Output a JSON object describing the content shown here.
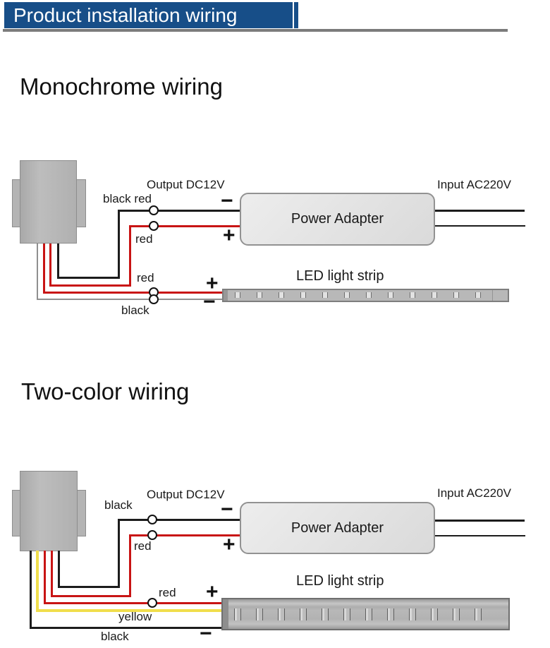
{
  "header": {
    "title": "Product installation wiring"
  },
  "colors": {
    "header_blue": "#174e88",
    "underline_gray": "#7c7c7c",
    "wire_red": "#c81414",
    "wire_black": "#1c1c1c",
    "wire_gray": "#8f8f8f",
    "wire_yellow": "#f0de4c",
    "device_gray": "#b2b2b2",
    "adapter_gray": "#e4e4e4",
    "strip_gray": "#b8b8b8"
  },
  "mono": {
    "heading": "Monochrome wiring",
    "labels": {
      "black_red": "black  red",
      "output": "Output DC12V",
      "input": "Input AC220V",
      "red_upper": "red",
      "red_lower": "red",
      "black_lower": "black",
      "adapter": "Power Adapter",
      "strip": "LED light strip",
      "plus": "+",
      "minus": "−"
    }
  },
  "two": {
    "heading": "Two-color wiring",
    "labels": {
      "black_upper": "black",
      "output": "Output DC12V",
      "input": "Input AC220V",
      "red_upper": "red",
      "red_lower": "red",
      "yellow": "yellow",
      "black_lower": "black",
      "adapter": "Power Adapter",
      "strip": "LED light strip",
      "plus": "+",
      "minus": "−"
    }
  }
}
